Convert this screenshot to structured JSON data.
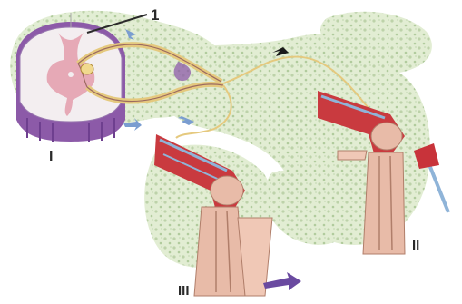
{
  "labels": {
    "marker": "1",
    "panel_i": "I",
    "panel_ii": "II",
    "panel_iii": "III"
  },
  "colors": {
    "background": "#ffffff",
    "tissue_green": "#c8dcb8",
    "gray_matter": "#e6a9b6",
    "white_matter": "#f3eef0",
    "root_purple": "#8c5aa8",
    "nerve_yellow": "#e5c97e",
    "muscle_red": "#c93a3f",
    "tendon_blue": "#8fb4d8",
    "bone_skin": "#e8bba8",
    "arrow_blue": "#7a9dd0",
    "arrow_black": "#1a1a1a",
    "arrow_purple": "#6a4aa0",
    "hammer_red": "#c8333a"
  },
  "icons": {
    "reflex_hammer": "reflex-hammer-icon",
    "direction_arrow": "direction-arrow-icon"
  }
}
